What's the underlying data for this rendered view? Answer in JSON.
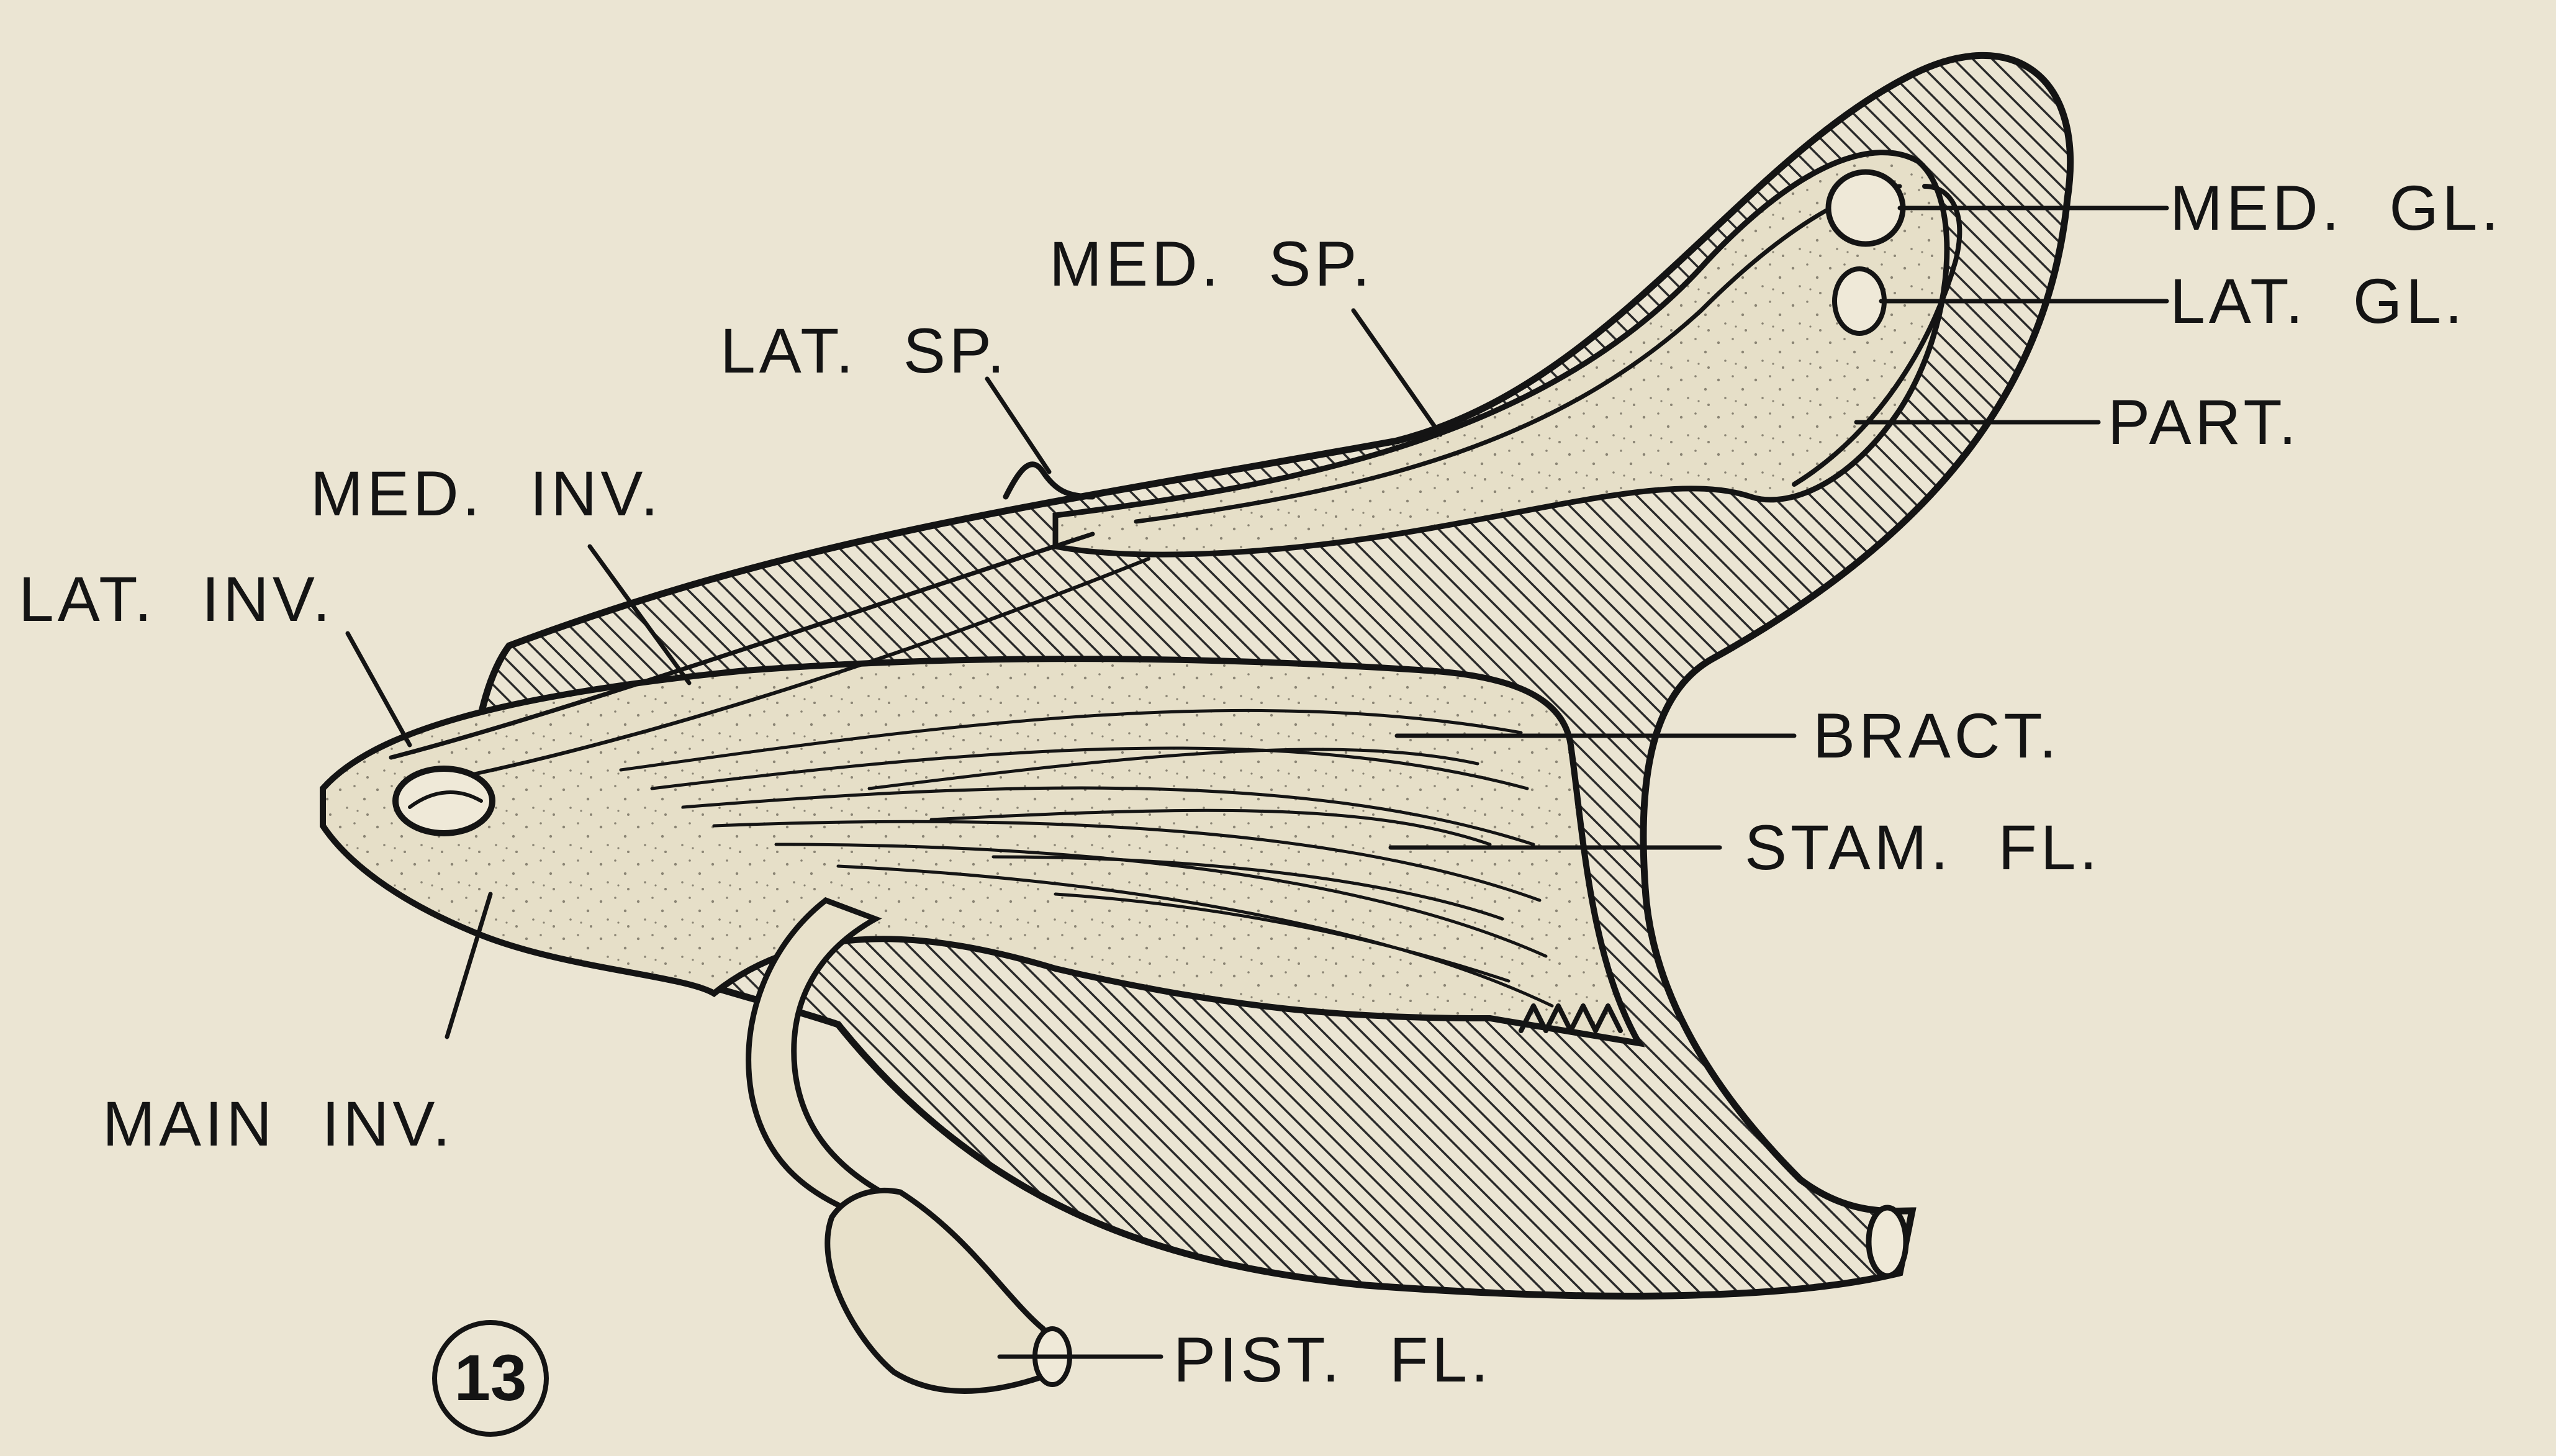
{
  "figure": {
    "number": "13",
    "background": "#ebe5d3",
    "ink_color": "#141414",
    "tissue_color": "#e4dcc4",
    "hatch": "diagonal"
  },
  "labels": {
    "med_gl": "MED. GL.",
    "lat_gl": "LAT. GL.",
    "part": "PART.",
    "med_sp": "MED. SP.",
    "lat_sp": "LAT. SP.",
    "med_inv": "MED. INV.",
    "lat_inv": "LAT. INV.",
    "bract": "BRACT.",
    "stam_fl": "STAM. FL.",
    "main_inv": "MAIN INV.",
    "pist_fl": "PIST. FL."
  }
}
